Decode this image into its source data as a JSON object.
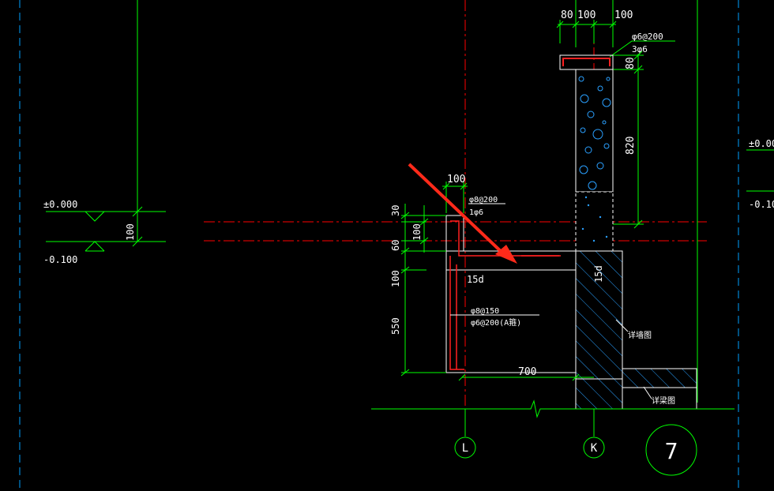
{
  "dims": {
    "top_80": "80",
    "top_100a": "100",
    "top_100b": "100",
    "cap_height": "80",
    "parapet_height": "820",
    "slab_width": "100",
    "left_30": "30",
    "left_100": "100",
    "left_60": "60",
    "left_100b": "100",
    "left_550": "550",
    "bottom_700": "700",
    "level_gap": "100"
  },
  "labels": {
    "cap_rebar_1": "φ6@200",
    "cap_rebar_2": "3φ6",
    "slab_rebar_1": "φ8@200",
    "slab_rebar_2": "1φ6",
    "anchor_15d_a": "15d",
    "anchor_15d_b": "15d",
    "wall_rebar_1": "φ8@150",
    "wall_rebar_2": "φ6@200(A箍)",
    "note_1": "详墙图",
    "note_2": "详梁图"
  },
  "levels": {
    "left_upper": "±0.000",
    "left_lower": "-0.100",
    "right_upper": "±0.00",
    "right_lower": "-0.10"
  },
  "axes": {
    "axis_l": "L",
    "axis_k": "K",
    "detail_no": "7"
  },
  "colors": {
    "dim": "#00ff00",
    "center": "#ff0000",
    "hatch": "#2aa0ff",
    "outline": "#ffffff",
    "arrow": "#ff2a1a",
    "dashed_border": "#00a0ff"
  }
}
